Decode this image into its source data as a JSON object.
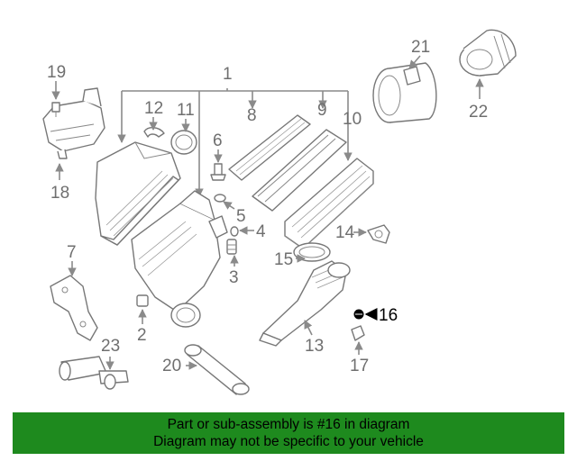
{
  "diagram": {
    "callouts": {
      "c1": "1",
      "c2": "2",
      "c3": "3",
      "c4": "4",
      "c5": "5",
      "c6": "6",
      "c7": "7",
      "c8": "8",
      "c9": "9",
      "c10": "10",
      "c11": "11",
      "c12": "12",
      "c13": "13",
      "c14": "14",
      "c15": "15",
      "c16": "16",
      "c17": "17",
      "c18": "18",
      "c19": "19",
      "c20": "20",
      "c21": "21",
      "c22": "22",
      "c23": "23"
    },
    "highlight_color": "#000000",
    "line_color": "#777777"
  },
  "banner": {
    "line1": "Part or sub-assembly is #16 in diagram",
    "line2": "Diagram may not be specific to your vehicle",
    "background_color": "#1e8a1e"
  }
}
